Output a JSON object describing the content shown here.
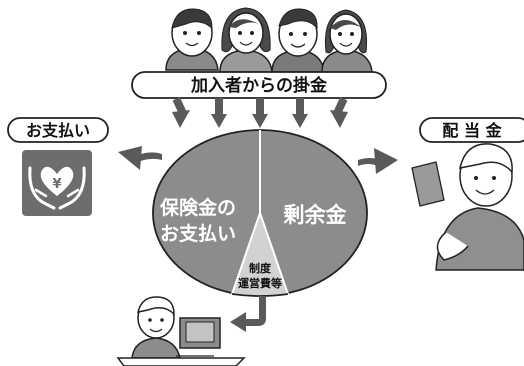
{
  "header": {
    "title": "加入者からの掛金"
  },
  "left": {
    "label": "お支払い",
    "icon": "hands-holding-yen-heart-icon",
    "symbol": "¥"
  },
  "right": {
    "label": "配 当 金",
    "icon": "person-receiving-envelope-icon"
  },
  "pie": {
    "left_line1": "保険金の",
    "left_line2": "お支払い",
    "right_text": "剰余金",
    "bottom_line1": "制度",
    "bottom_line2": "運営費等"
  },
  "bottom": {
    "icon": "office-worker-at-computer-icon"
  },
  "people": {
    "icon": "subscriber-group-icon"
  },
  "colors": {
    "pie_fill": "#8c8c8c",
    "wedge_fill": "#d2d2d2",
    "arrow": "#5a5a5a",
    "icon_box": "#6d6d6d",
    "outline": "#222222"
  }
}
